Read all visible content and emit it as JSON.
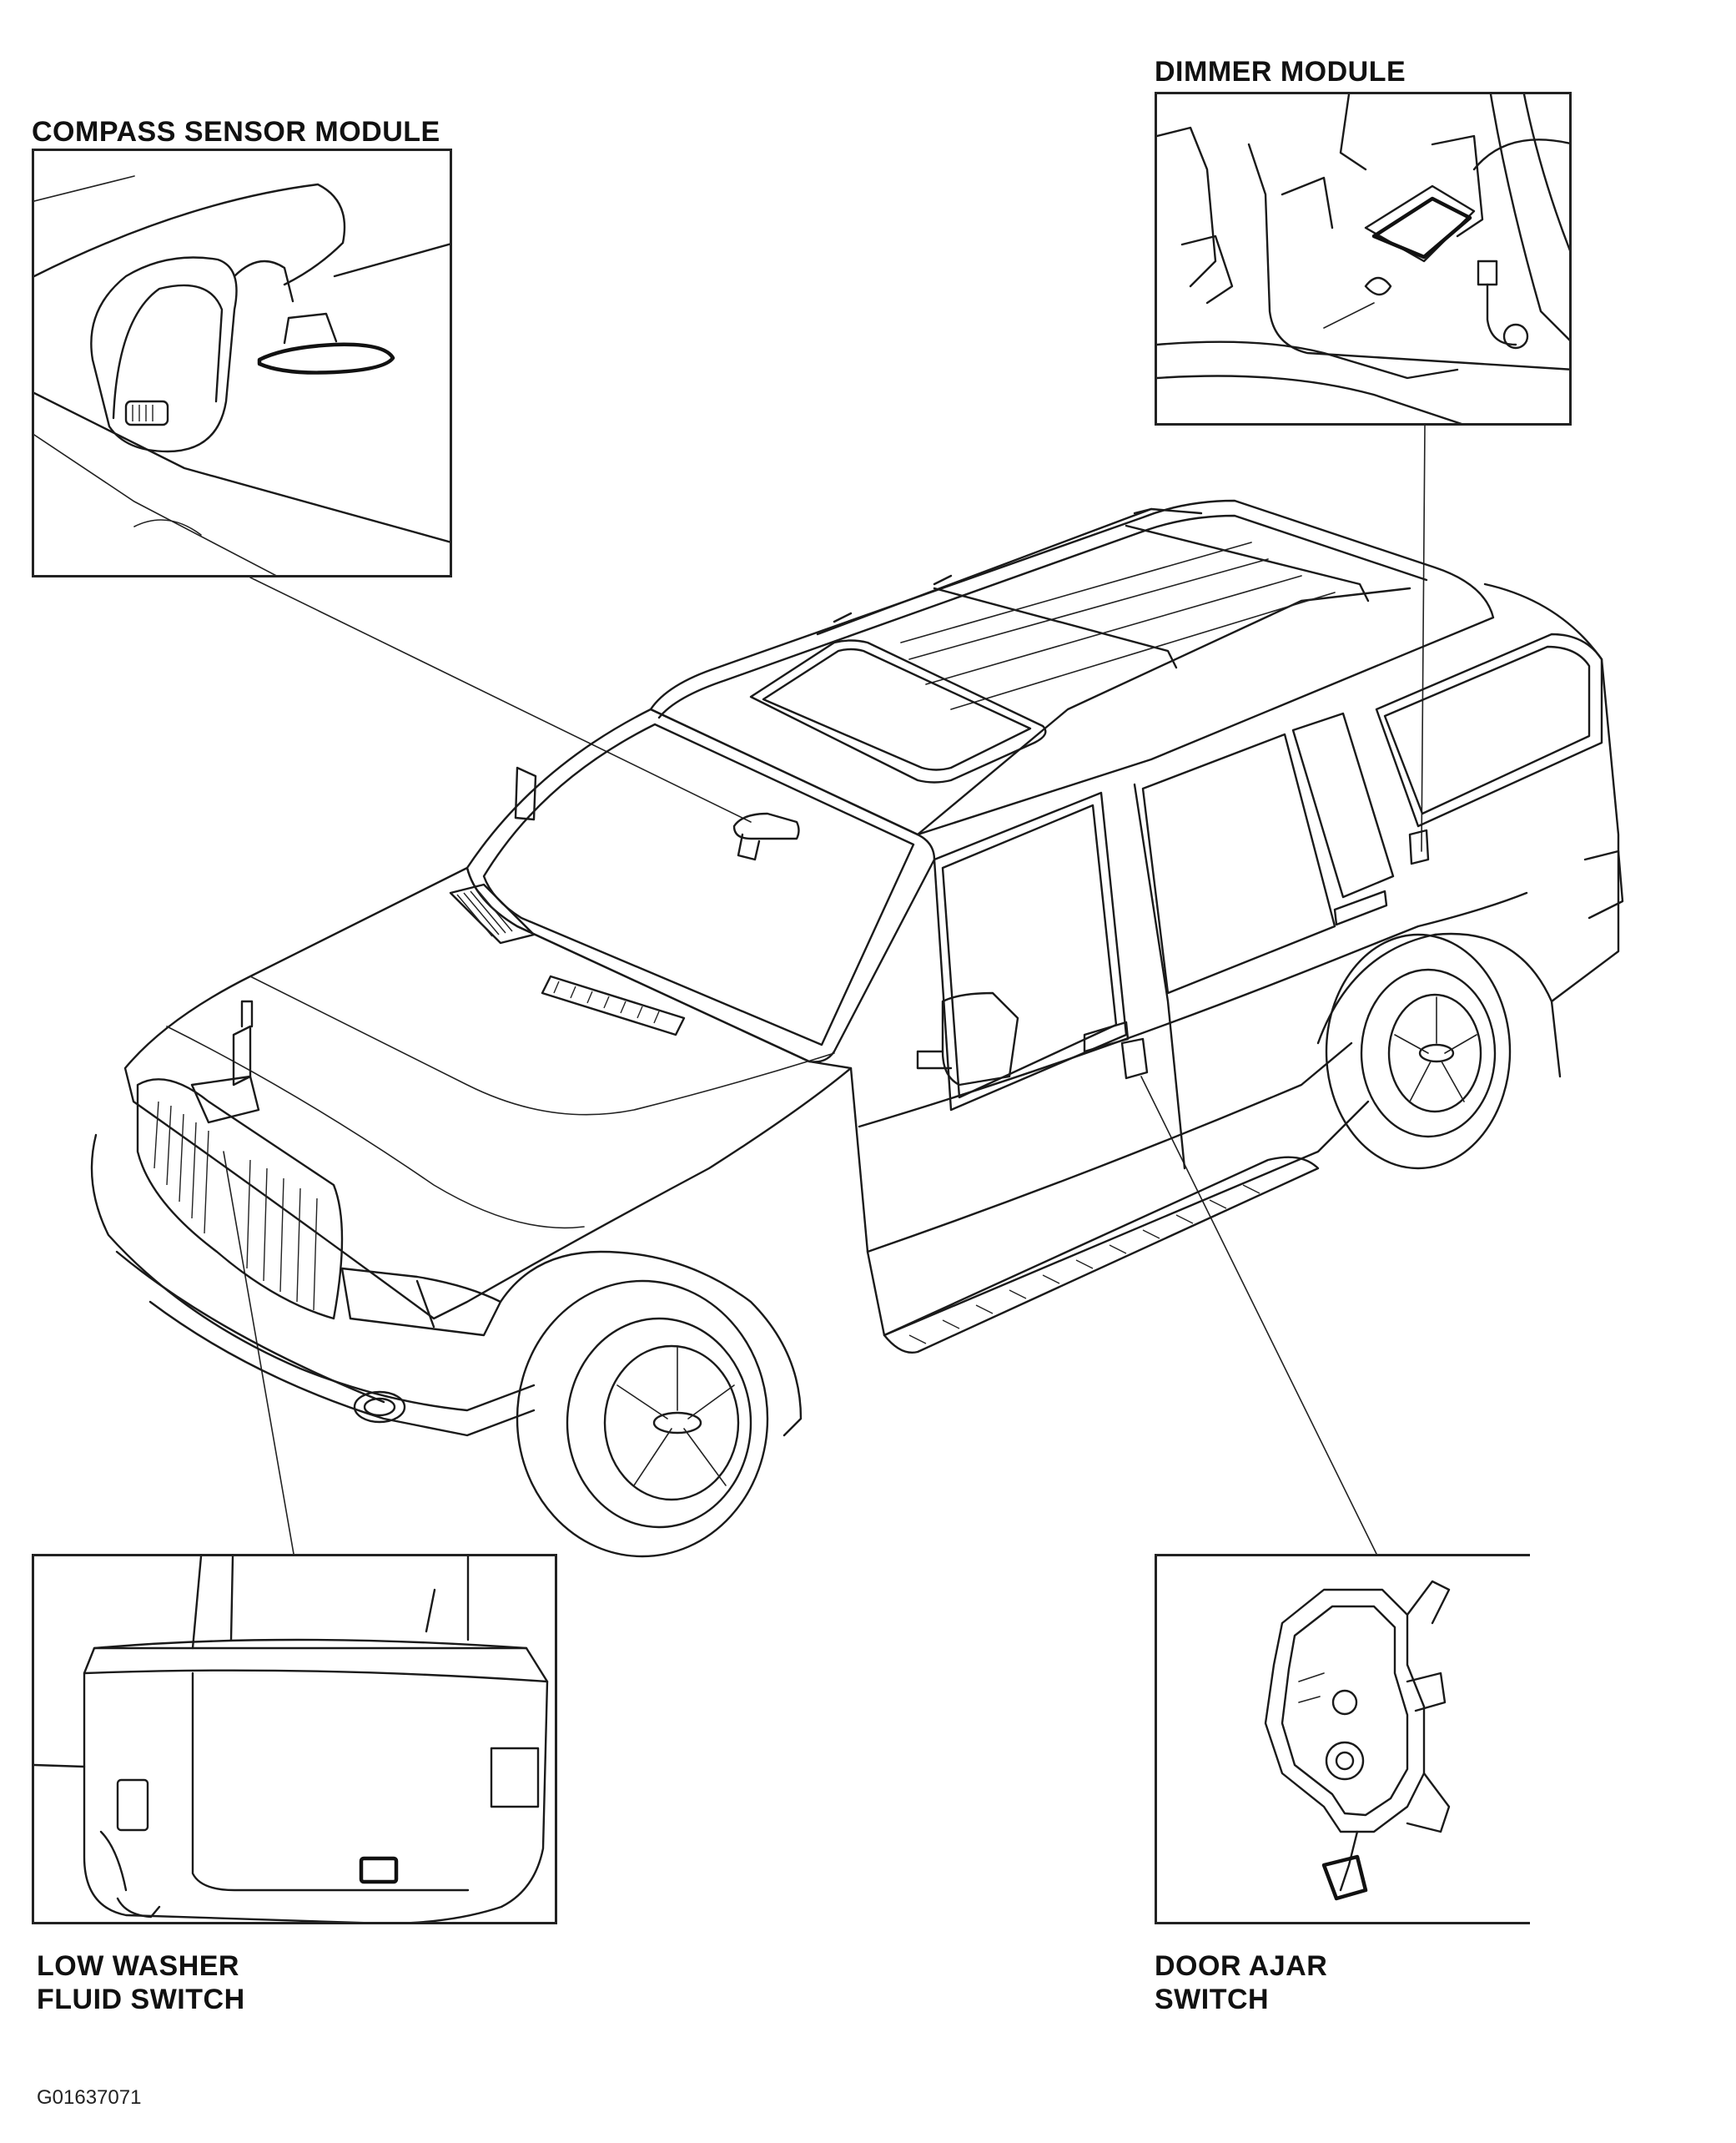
{
  "labels": {
    "compass": "COMPASS SENSOR MODULE",
    "dimmer": "DIMMER MODULE",
    "washer_line1": "LOW WASHER",
    "washer_line2": "FLUID SWITCH",
    "door_line1": "DOOR AJAR",
    "door_line2": "SWITCH"
  },
  "figure_id": "G01637071"
}
